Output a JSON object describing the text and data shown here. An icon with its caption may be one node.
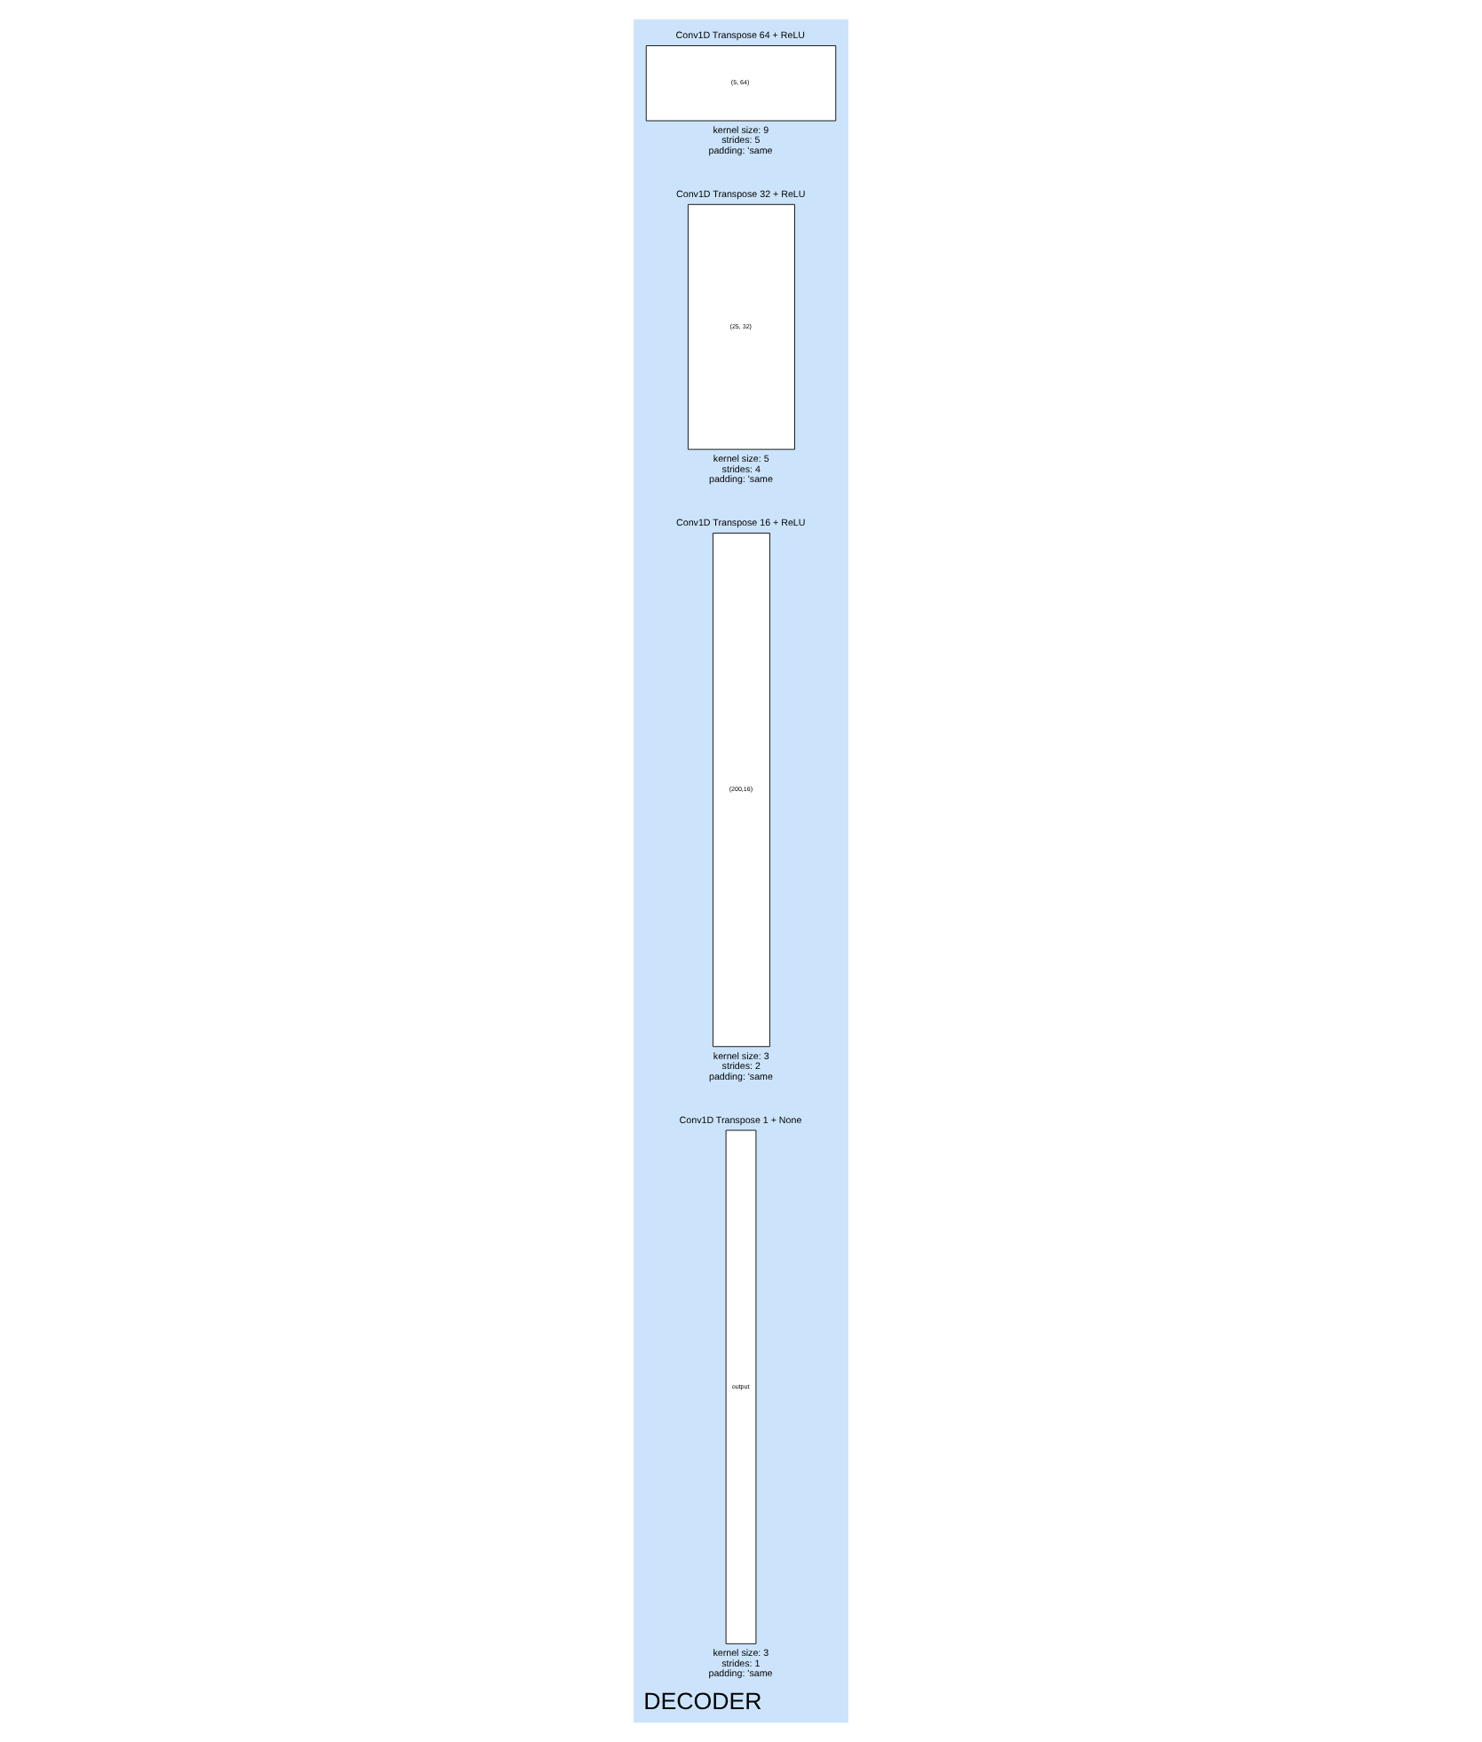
{
  "diagram": {
    "title": "DECODER",
    "nodes": [
      {
        "text": [
          "Conv1D Transpose 64 + ReLU",
          "(5, 64)"
        ],
        "beside": [
          "kernel size: 9",
          "strides: 5",
          "padding: 'same"
        ]
      },
      {
        "text": [
          "Conv1D Transpose 32 + ReLU",
          "(25, 32)"
        ],
        "beside": [
          "kernel size: 5",
          "strides: 4",
          "padding: 'same"
        ]
      },
      {
        "text": [
          "Conv1D Transpose 16 + ReLU",
          "(200,16)"
        ],
        "beside": [
          "kernel size: 3",
          "strides: 2",
          "padding: 'same"
        ]
      },
      {
        "text": [
          "Conv1D Transpose 1 + None",
          "output"
        ],
        "beside": [
          "kernel size: 3",
          "strides: 1",
          "padding: 'same"
        ]
      }
    ],
    "edges": []
  }
}
